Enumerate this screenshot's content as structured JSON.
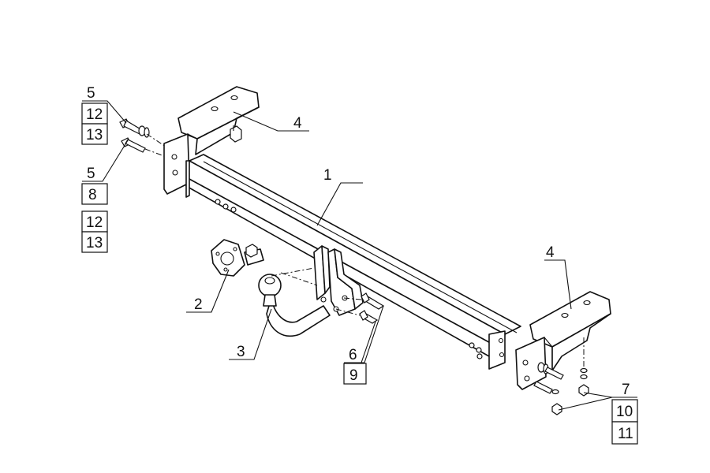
{
  "callouts": {
    "c1": "1",
    "c2": "2",
    "c3": "3",
    "c4_top": "4",
    "c4_right": "4",
    "group_left_top": [
      "5",
      "12",
      "13"
    ],
    "group_left_bottom": [
      "5",
      "8",
      "12",
      "13"
    ],
    "group_mid": [
      "6",
      "9"
    ],
    "group_right": [
      "7",
      "10",
      "11"
    ]
  }
}
